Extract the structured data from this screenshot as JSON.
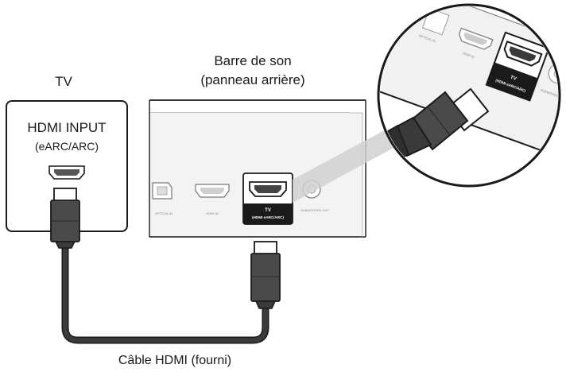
{
  "labels": {
    "tv": "TV",
    "tv_port_title": "HDMI INPUT",
    "tv_port_sub": "(eARC/ARC)",
    "soundbar_line1": "Barre de son",
    "soundbar_line2": "(panneau arrière)",
    "cable": "Câble HDMI (fourni)"
  },
  "ports": {
    "optical": "OPTICAL IN",
    "hdmi_in": "HDMI IN",
    "tv_earc_line1": "TV",
    "tv_earc_line2": "(HDMI eARC/ARC)",
    "subwoofer": "SUBWOOFER OUT"
  },
  "zoom_ports": {
    "optical": "OPTICAL IN",
    "hdmi_in": "HDMI IN",
    "tv_earc_line1": "TV",
    "tv_earc_line2": "(HDMI eARC/ARC)",
    "subwoofer": "SUBWOOFER OUT"
  },
  "colors": {
    "line": "#1a1a1a",
    "panel": "#f1f1f1",
    "connector": "#4a4a4a",
    "inset_bg": "#ececec"
  }
}
